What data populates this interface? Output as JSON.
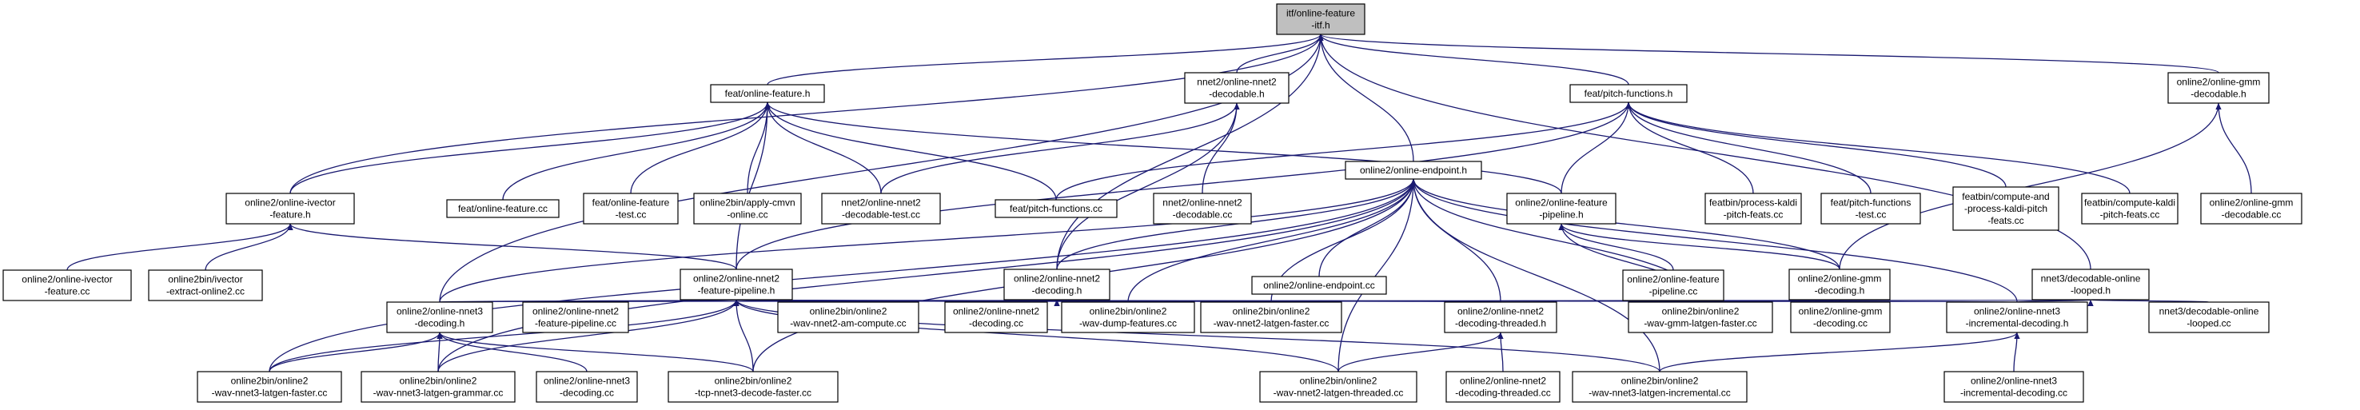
{
  "graph": {
    "edge_color": "#191970",
    "root_fill": "#bfbfbf",
    "nodes": [
      {
        "id": "root",
        "lines": [
          "itf/online-feature",
          "-itf.h"
        ],
        "root": true
      },
      {
        "id": "feat_online_feature_h",
        "lines": [
          "feat/online-feature.h"
        ]
      },
      {
        "id": "nnet2_online_decodable_h",
        "lines": [
          "nnet2/online-nnet2",
          "-decodable.h"
        ]
      },
      {
        "id": "feat_pitch_functions_h",
        "lines": [
          "feat/pitch-functions.h"
        ]
      },
      {
        "id": "online2_gmm_decodable_h",
        "lines": [
          "online2/online-gmm",
          "-decodable.h"
        ]
      },
      {
        "id": "online2_ivector_feature_h",
        "lines": [
          "online2/online-ivector",
          "-feature.h"
        ]
      },
      {
        "id": "feat_online_feature_cc",
        "lines": [
          "feat/online-feature.cc"
        ]
      },
      {
        "id": "feat_online_feature_test_cc",
        "lines": [
          "feat/online-feature",
          "-test.cc"
        ]
      },
      {
        "id": "apply_cmvn_online_cc",
        "lines": [
          "online2bin/apply-cmvn",
          "-online.cc"
        ]
      },
      {
        "id": "nnet2_decodable_test_cc",
        "lines": [
          "nnet2/online-nnet2",
          "-decodable-test.cc"
        ]
      },
      {
        "id": "feat_pitch_functions_cc",
        "lines": [
          "feat/pitch-functions.cc"
        ]
      },
      {
        "id": "nnet2_decodable_cc",
        "lines": [
          "nnet2/online-nnet2",
          "-decodable.cc"
        ]
      },
      {
        "id": "online2_endpoint_h",
        "lines": [
          "online2/online-endpoint.h"
        ]
      },
      {
        "id": "online2_feature_pipeline_h",
        "lines": [
          "online2/online-feature",
          "-pipeline.h"
        ]
      },
      {
        "id": "process_kaldi_pitch_cc",
        "lines": [
          "featbin/process-kaldi",
          "-pitch-feats.cc"
        ]
      },
      {
        "id": "pitch_functions_test_cc",
        "lines": [
          "feat/pitch-functions",
          "-test.cc"
        ]
      },
      {
        "id": "compute_and_process_cc",
        "lines": [
          "featbin/compute-and",
          "-process-kaldi-pitch",
          "-feats.cc"
        ]
      },
      {
        "id": "compute_kaldi_pitch_cc",
        "lines": [
          "featbin/compute-kaldi",
          "-pitch-feats.cc"
        ]
      },
      {
        "id": "online2_gmm_decodable_cc",
        "lines": [
          "online2/online-gmm",
          "-decodable.cc"
        ]
      },
      {
        "id": "online2_ivector_feature_cc",
        "lines": [
          "online2/online-ivector",
          "-feature.cc"
        ]
      },
      {
        "id": "ivector_extract_online2_cc",
        "lines": [
          "online2bin/ivector",
          "-extract-online2.cc"
        ]
      },
      {
        "id": "nnet2_feature_pipeline_h",
        "lines": [
          "online2/online-nnet2",
          "-feature-pipeline.h"
        ]
      },
      {
        "id": "online2_endpoint_cc",
        "lines": [
          "online2/online-endpoint.cc"
        ]
      },
      {
        "id": "online2_nnet2_decoding_h",
        "lines": [
          "online2/online-nnet2",
          "-decoding.h"
        ]
      },
      {
        "id": "online2_feature_pipeline_cc",
        "lines": [
          "online2/online-feature",
          "-pipeline.cc"
        ]
      },
      {
        "id": "online2_gmm_decoding_h",
        "lines": [
          "online2/online-gmm",
          "-decoding.h"
        ]
      },
      {
        "id": "nnet3_decodable_online_looped_h",
        "lines": [
          "nnet3/decodable-online",
          "-looped.h"
        ]
      },
      {
        "id": "online2_nnet3_decoding_h",
        "lines": [
          "online2/online-nnet3",
          "-decoding.h"
        ]
      },
      {
        "id": "nnet2_feature_pipeline_cc",
        "lines": [
          "online2/online-nnet2",
          "-feature-pipeline.cc"
        ]
      },
      {
        "id": "wav_nnet2_am_compute_cc",
        "lines": [
          "online2bin/online2",
          "-wav-nnet2-am-compute.cc"
        ]
      },
      {
        "id": "online2_nnet2_decoding_cc",
        "lines": [
          "online2/online-nnet2",
          "-decoding.cc"
        ]
      },
      {
        "id": "wav_dump_features_cc",
        "lines": [
          "online2bin/online2",
          "-wav-dump-features.cc"
        ]
      },
      {
        "id": "wav_nnet2_latgen_faster_cc",
        "lines": [
          "online2bin/online2",
          "-wav-nnet2-latgen-faster.cc"
        ]
      },
      {
        "id": "nnet2_decoding_threaded_h",
        "lines": [
          "online2/online-nnet2",
          "-decoding-threaded.h"
        ]
      },
      {
        "id": "wav_gmm_latgen_faster_cc",
        "lines": [
          "online2bin/online2",
          "-wav-gmm-latgen-faster.cc"
        ]
      },
      {
        "id": "online2_gmm_decoding_cc",
        "lines": [
          "online2/online-gmm",
          "-decoding.cc"
        ]
      },
      {
        "id": "nnet3_incremental_decoding_h",
        "lines": [
          "online2/online-nnet3",
          "-incremental-decoding.h"
        ]
      },
      {
        "id": "nnet3_decodable_online_looped_cc",
        "lines": [
          "nnet3/decodable-online",
          "-looped.cc"
        ]
      },
      {
        "id": "wav_nnet3_latgen_faster_cc",
        "lines": [
          "online2bin/online2",
          "-wav-nnet3-latgen-faster.cc"
        ]
      },
      {
        "id": "wav_nnet3_latgen_grammar_cc",
        "lines": [
          "online2bin/online2",
          "-wav-nnet3-latgen-grammar.cc"
        ]
      },
      {
        "id": "online2_nnet3_decoding_cc",
        "lines": [
          "online2/online-nnet3",
          "-decoding.cc"
        ]
      },
      {
        "id": "tcp_nnet3_decode_faster_cc",
        "lines": [
          "online2bin/online2",
          "-tcp-nnet3-decode-faster.cc"
        ]
      },
      {
        "id": "wav_nnet2_latgen_threaded_cc",
        "lines": [
          "online2bin/online2",
          "-wav-nnet2-latgen-threaded.cc"
        ]
      },
      {
        "id": "nnet2_decoding_threaded_cc",
        "lines": [
          "online2/online-nnet2",
          "-decoding-threaded.cc"
        ]
      },
      {
        "id": "wav_nnet3_latgen_incremental_cc",
        "lines": [
          "online2bin/online2",
          "-wav-nnet3-latgen-incremental.cc"
        ]
      },
      {
        "id": "nnet3_incremental_decoding_cc",
        "lines": [
          "online2/online-nnet3",
          "-incremental-decoding.cc"
        ]
      }
    ],
    "edges": [
      [
        "feat_online_feature_h",
        "root"
      ],
      [
        "nnet2_online_decodable_h",
        "root"
      ],
      [
        "feat_pitch_functions_h",
        "root"
      ],
      [
        "online2_gmm_decodable_h",
        "root"
      ],
      [
        "online2_ivector_feature_h",
        "root"
      ],
      [
        "online2_endpoint_h",
        "root"
      ],
      [
        "online2_nnet2_decoding_h",
        "root"
      ],
      [
        "online2_nnet3_decoding_h",
        "root"
      ],
      [
        "nnet3_decodable_online_looped_h",
        "root"
      ],
      [
        "online2_ivector_feature_h",
        "feat_online_feature_h"
      ],
      [
        "feat_online_feature_cc",
        "feat_online_feature_h"
      ],
      [
        "feat_online_feature_test_cc",
        "feat_online_feature_h"
      ],
      [
        "apply_cmvn_online_cc",
        "feat_online_feature_h"
      ],
      [
        "nnet2_decodable_test_cc",
        "feat_online_feature_h"
      ],
      [
        "feat_pitch_functions_cc",
        "feat_online_feature_h"
      ],
      [
        "online2_feature_pipeline_h",
        "feat_online_feature_h"
      ],
      [
        "nnet2_feature_pipeline_h",
        "feat_online_feature_h"
      ],
      [
        "nnet2_decodable_test_cc",
        "nnet2_online_decodable_h"
      ],
      [
        "nnet2_decodable_cc",
        "nnet2_online_decodable_h"
      ],
      [
        "online2_nnet2_decoding_h",
        "nnet2_online_decodable_h"
      ],
      [
        "feat_pitch_functions_cc",
        "feat_pitch_functions_h"
      ],
      [
        "online2_feature_pipeline_h",
        "feat_pitch_functions_h"
      ],
      [
        "process_kaldi_pitch_cc",
        "feat_pitch_functions_h"
      ],
      [
        "pitch_functions_test_cc",
        "feat_pitch_functions_h"
      ],
      [
        "compute_and_process_cc",
        "feat_pitch_functions_h"
      ],
      [
        "compute_kaldi_pitch_cc",
        "feat_pitch_functions_h"
      ],
      [
        "nnet2_feature_pipeline_h",
        "feat_pitch_functions_h"
      ],
      [
        "online2_gmm_decodable_cc",
        "online2_gmm_decodable_h"
      ],
      [
        "online2_gmm_decoding_h",
        "online2_gmm_decodable_h"
      ],
      [
        "online2_ivector_feature_cc",
        "online2_ivector_feature_h"
      ],
      [
        "ivector_extract_online2_cc",
        "online2_ivector_feature_h"
      ],
      [
        "nnet2_feature_pipeline_h",
        "online2_ivector_feature_h"
      ],
      [
        "online2_endpoint_cc",
        "online2_endpoint_h"
      ],
      [
        "online2_nnet2_decoding_h",
        "online2_endpoint_h"
      ],
      [
        "online2_gmm_decoding_h",
        "online2_endpoint_h"
      ],
      [
        "online2_nnet3_decoding_h",
        "online2_endpoint_h"
      ],
      [
        "nnet2_decoding_threaded_h",
        "online2_endpoint_h"
      ],
      [
        "nnet3_incremental_decoding_h",
        "online2_endpoint_h"
      ],
      [
        "wav_dump_features_cc",
        "online2_endpoint_h"
      ],
      [
        "wav_nnet2_latgen_faster_cc",
        "online2_endpoint_h"
      ],
      [
        "wav_nnet3_latgen_faster_cc",
        "online2_endpoint_h"
      ],
      [
        "wav_nnet3_latgen_grammar_cc",
        "online2_endpoint_h"
      ],
      [
        "tcp_nnet3_decode_faster_cc",
        "online2_endpoint_h"
      ],
      [
        "wav_nnet2_latgen_threaded_cc",
        "online2_endpoint_h"
      ],
      [
        "wav_nnet3_latgen_incremental_cc",
        "online2_endpoint_h"
      ],
      [
        "wav_gmm_latgen_faster_cc",
        "online2_endpoint_h"
      ],
      [
        "online2_feature_pipeline_cc",
        "online2_feature_pipeline_h"
      ],
      [
        "online2_gmm_decoding_h",
        "online2_feature_pipeline_h"
      ],
      [
        "wav_gmm_latgen_faster_cc",
        "online2_feature_pipeline_h"
      ],
      [
        "online2_nnet3_decoding_h",
        "nnet2_feature_pipeline_h"
      ],
      [
        "nnet2_feature_pipeline_cc",
        "nnet2_feature_pipeline_h"
      ],
      [
        "wav_nnet2_am_compute_cc",
        "nnet2_feature_pipeline_h"
      ],
      [
        "online2_nnet2_decoding_cc",
        "nnet2_feature_pipeline_h"
      ],
      [
        "wav_dump_features_cc",
        "nnet2_feature_pipeline_h"
      ],
      [
        "wav_nnet2_latgen_faster_cc",
        "nnet2_feature_pipeline_h"
      ],
      [
        "nnet2_decoding_threaded_h",
        "nnet2_feature_pipeline_h"
      ],
      [
        "nnet3_incremental_decoding_h",
        "nnet2_feature_pipeline_h"
      ],
      [
        "wav_nnet3_latgen_faster_cc",
        "nnet2_feature_pipeline_h"
      ],
      [
        "wav_nnet3_latgen_grammar_cc",
        "nnet2_feature_pipeline_h"
      ],
      [
        "tcp_nnet3_decode_faster_cc",
        "nnet2_feature_pipeline_h"
      ],
      [
        "wav_nnet2_latgen_threaded_cc",
        "nnet2_feature_pipeline_h"
      ],
      [
        "wav_nnet3_latgen_incremental_cc",
        "nnet2_feature_pipeline_h"
      ],
      [
        "wav_nnet2_am_compute_cc",
        "online2_nnet2_decoding_h"
      ],
      [
        "online2_nnet2_decoding_cc",
        "online2_nnet2_decoding_h"
      ],
      [
        "wav_dump_features_cc",
        "online2_nnet2_decoding_h"
      ],
      [
        "wav_nnet2_latgen_faster_cc",
        "online2_nnet2_decoding_h"
      ],
      [
        "wav_gmm_latgen_faster_cc",
        "online2_gmm_decoding_h"
      ],
      [
        "online2_gmm_decoding_cc",
        "online2_gmm_decoding_h"
      ],
      [
        "online2_nnet3_decoding_h",
        "nnet3_decodable_online_looped_h"
      ],
      [
        "nnet3_incremental_decoding_h",
        "nnet3_decodable_online_looped_h"
      ],
      [
        "nnet3_decodable_online_looped_cc",
        "nnet3_decodable_online_looped_h"
      ],
      [
        "wav_nnet3_latgen_faster_cc",
        "online2_nnet3_decoding_h"
      ],
      [
        "wav_nnet3_latgen_grammar_cc",
        "online2_nnet3_decoding_h"
      ],
      [
        "online2_nnet3_decoding_cc",
        "online2_nnet3_decoding_h"
      ],
      [
        "tcp_nnet3_decode_faster_cc",
        "online2_nnet3_decoding_h"
      ],
      [
        "wav_nnet2_latgen_threaded_cc",
        "nnet2_decoding_threaded_h"
      ],
      [
        "nnet2_decoding_threaded_cc",
        "nnet2_decoding_threaded_h"
      ],
      [
        "wav_nnet3_latgen_incremental_cc",
        "nnet3_incremental_decoding_h"
      ],
      [
        "nnet3_incremental_decoding_cc",
        "nnet3_incremental_decoding_h"
      ]
    ]
  }
}
